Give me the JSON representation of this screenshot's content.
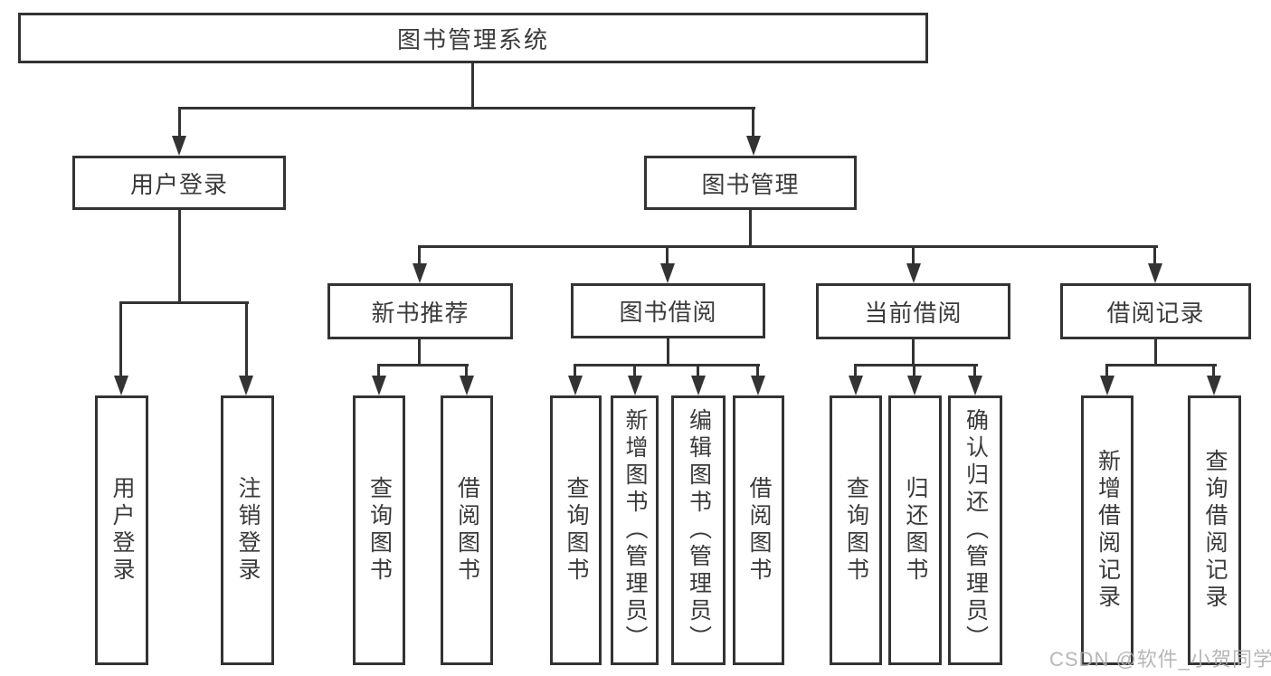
{
  "diagram": {
    "title": "图书管理系统",
    "colors": {
      "line": "#333333",
      "text": "#3a3a3a",
      "background": "#ffffff",
      "watermark": "#afafaf"
    }
  },
  "tree": {
    "root": {
      "label": "图书管理系统"
    },
    "login": {
      "label": "用户登录",
      "children": [
        {
          "label": "用户登录"
        },
        {
          "label": "注销登录"
        }
      ]
    },
    "manage": {
      "label": "图书管理",
      "children": [
        {
          "label": "新书推荐",
          "children": [
            {
              "label": "查询图书"
            },
            {
              "label": "借阅图书"
            }
          ]
        },
        {
          "label": "图书借阅",
          "children": [
            {
              "label": "查询图书"
            },
            {
              "label": "新增图书（管理员）"
            },
            {
              "label": "编辑图书（管理员）"
            },
            {
              "label": "借阅图书"
            }
          ]
        },
        {
          "label": "当前借阅",
          "children": [
            {
              "label": "查询图书"
            },
            {
              "label": "归还图书"
            },
            {
              "label": "确认归还（管理员）"
            }
          ]
        },
        {
          "label": "借阅记录",
          "children": [
            {
              "label": "新增借阅记录"
            },
            {
              "label": "查询借阅记录"
            }
          ]
        }
      ]
    }
  },
  "watermark": {
    "text": "CSDN @软件_小贺同学"
  }
}
